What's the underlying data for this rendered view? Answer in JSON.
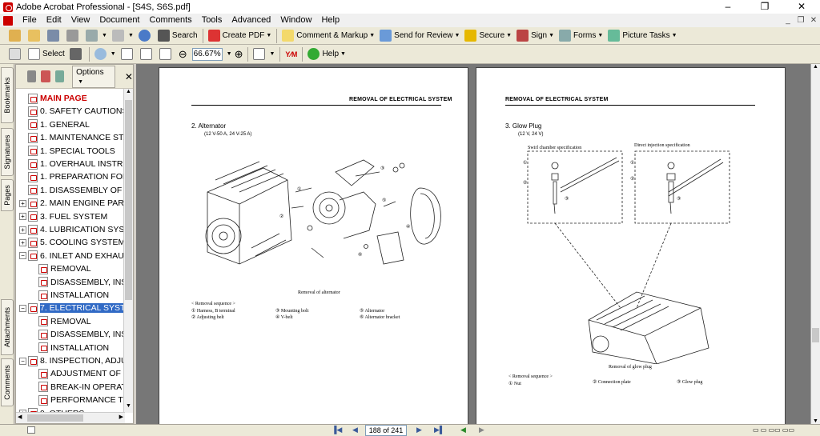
{
  "window": {
    "title": "Adobe Acrobat Professional - [S4S, S6S.pdf]",
    "minimize": "–",
    "maximize": "❐",
    "close": "✕"
  },
  "menu": [
    "File",
    "Edit",
    "View",
    "Document",
    "Comments",
    "Tools",
    "Advanced",
    "Window",
    "Help"
  ],
  "toolbar1": {
    "search": "Search",
    "create_pdf": "Create PDF",
    "comment_markup": "Comment & Markup",
    "send_review": "Send for Review",
    "secure": "Secure",
    "sign": "Sign",
    "forms": "Forms",
    "picture_tasks": "Picture Tasks"
  },
  "toolbar2": {
    "select": "Select",
    "zoom_value": "66.67%",
    "help": "Help"
  },
  "sidetabs": [
    "Bookmarks",
    "Signatures",
    "Pages",
    "Attachments",
    "Comments"
  ],
  "bookmarks": {
    "options_label": "Options",
    "items": [
      {
        "label": "MAIN PAGE",
        "red": true,
        "exp": ""
      },
      {
        "label": "0. SAFETY CAUTIONS",
        "exp": ""
      },
      {
        "label": "1. GENERAL",
        "exp": ""
      },
      {
        "label": "1. MAINTENANCE STA",
        "exp": ""
      },
      {
        "label": "1. SPECIAL TOOLS",
        "exp": ""
      },
      {
        "label": "1. OVERHAUL INSTRU",
        "exp": ""
      },
      {
        "label": "1. PREPARATION FOR",
        "exp": ""
      },
      {
        "label": "1. DISASSEMBLY OF",
        "exp": ""
      },
      {
        "label": "2. MAIN ENGINE PART",
        "exp": "+"
      },
      {
        "label": "3. FUEL SYSTEM",
        "exp": "+"
      },
      {
        "label": "4. LUBRICATION SYST",
        "exp": "+"
      },
      {
        "label": "5. COOLING SYSTEM",
        "exp": "+"
      },
      {
        "label": "6. INLET AND EXHAUS",
        "exp": "−"
      },
      {
        "label": "REMOVAL",
        "exp": "",
        "child": true
      },
      {
        "label": "DISASSEMBLY, INS",
        "exp": "",
        "child": true
      },
      {
        "label": "INSTALLATION",
        "exp": "",
        "child": true
      },
      {
        "label": "7. ELECTRICAL SYSTE",
        "exp": "−",
        "selected": true
      },
      {
        "label": "REMOVAL",
        "exp": "",
        "child": true
      },
      {
        "label": "DISASSEMBLY, INS",
        "exp": "",
        "child": true
      },
      {
        "label": "INSTALLATION",
        "exp": "",
        "child": true
      },
      {
        "label": "8. INSPECTION, ADJU",
        "exp": "−"
      },
      {
        "label": "ADJUSTMENT OF E",
        "exp": "",
        "child": true
      },
      {
        "label": "BREAK-IN OPERAT",
        "exp": "",
        "child": true
      },
      {
        "label": "PERFORMANCE TE",
        "exp": "",
        "child": true
      },
      {
        "label": "9. OTHERS",
        "exp": "+"
      }
    ]
  },
  "page_left": {
    "header": "REMOVAL OF ELECTRICAL SYSTEM",
    "section": "2.   Alternator",
    "sub": "(12 V-50 A, 24 V-25 A)",
    "caption": "Removal of alternator",
    "seq_title": "< Removal sequence >",
    "seq": [
      "① Harness, B terminal",
      "② Adjusting belt",
      "③ Mounting bolt",
      "④ V-belt",
      "⑤ Alternator",
      "⑥ Alternator bracket"
    ]
  },
  "page_right": {
    "header": "REMOVAL OF ELECTRICAL SYSTEM",
    "section": "3.   Glow Plug",
    "sub": "(12 V, 24 V)",
    "label_swirl": "Swirl chamber specification",
    "label_direct": "Direct injection specification",
    "caption": "Removal of glow plug",
    "seq_title": "< Removal sequence >",
    "seq": [
      "① Nut",
      "② Connection plate",
      "③ Glow plug"
    ]
  },
  "status": {
    "page_display": "188 of 241"
  }
}
